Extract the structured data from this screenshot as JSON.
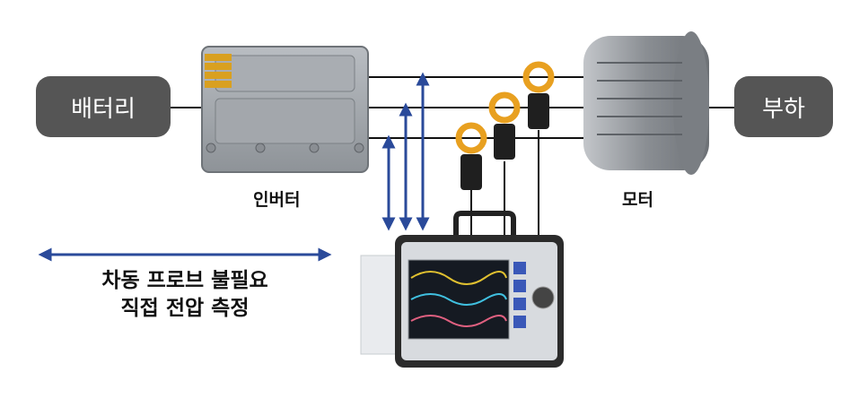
{
  "battery_label": "배터리",
  "load_label": "부하",
  "inverter_label": "인버터",
  "motor_label": "모터",
  "note": {
    "line1": "차동 프로브 불필요",
    "line2": "직접 전압 측정"
  },
  "colors": {
    "box": "#555555",
    "arrow": "#2a4a9a",
    "wire": "#111111",
    "clamp": "#e8a020"
  },
  "icons": [
    "inverter-unit-icon",
    "motor-icon",
    "current-clamp-icon",
    "power-analyzer-icon"
  ]
}
